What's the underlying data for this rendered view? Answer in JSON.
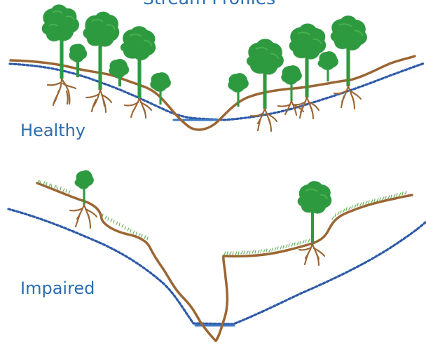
{
  "title": "Stream Profiles",
  "panels": {
    "healthy": {
      "label": "Healthy"
    },
    "impaired": {
      "label": "Impaired"
    }
  },
  "colors": {
    "bank": "#9b6633",
    "water_table": "#2e5aa8",
    "stream_surface": "#3e79c5",
    "tree_canopy": "#2d9a3f",
    "tree_canopy_highlight": "#47b04f",
    "tree_trunk": "#2d9a3f",
    "grass": "#68b35d",
    "roots": "#9b6633",
    "label_text": "#2b6eb1"
  },
  "icons": {
    "tree": "tree-icon",
    "roots": "roots-icon",
    "grass": "grass-icon"
  }
}
